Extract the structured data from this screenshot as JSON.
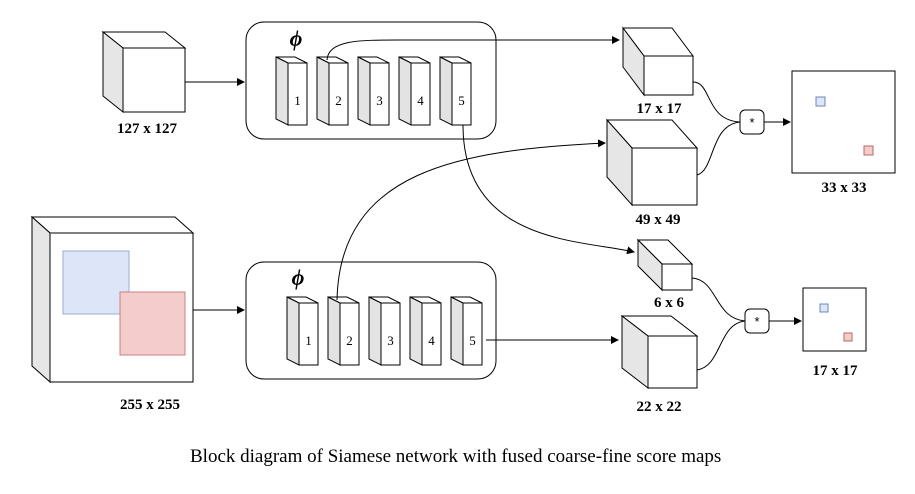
{
  "diagram": {
    "inputs": {
      "exemplar": "127 x 127",
      "search": "255 x 255"
    },
    "branches": {
      "top_symbol": "ϕ",
      "bottom_symbol": "ϕ"
    },
    "top_blocks": [
      "1",
      "2",
      "3",
      "4",
      "5"
    ],
    "bottom_blocks": [
      "1",
      "2",
      "3",
      "4",
      "5"
    ],
    "features": {
      "top_fine": "17 x 17",
      "search_fine": "49 x 49",
      "top_coarse": "6 x 6",
      "search_coarse": "22 x 22"
    },
    "operators": {
      "upper": "*",
      "lower": "*"
    },
    "outputs": {
      "upper": "33 x 33",
      "lower": "17 x 17"
    },
    "caption": "Block diagram of Siamese network with fused coarse-fine score maps",
    "colors": {
      "blue_box": "#dce6f8",
      "red_box": "#f5cccc"
    }
  }
}
